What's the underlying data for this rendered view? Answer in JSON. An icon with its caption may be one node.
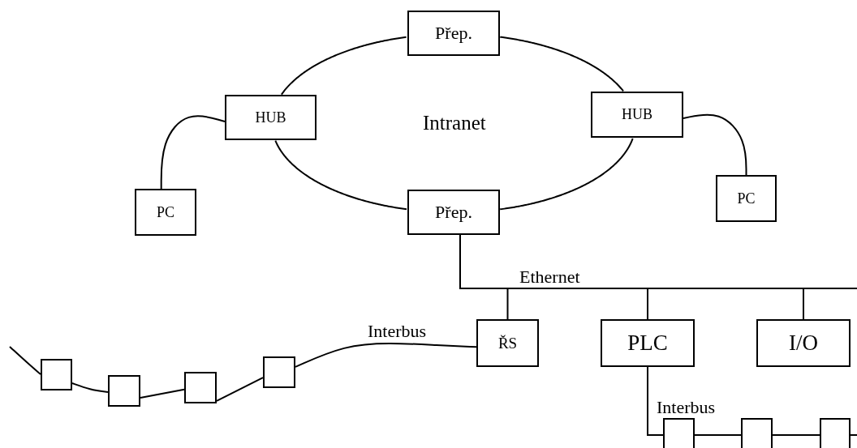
{
  "diagram": {
    "nodes": [
      {
        "text": [
          "Přep."
        ]
      },
      {
        "text": [
          "HUB"
        ]
      },
      {
        "text": [
          "HUB"
        ]
      },
      {
        "text": [
          "PC"
        ]
      },
      {
        "text": [
          "PC"
        ]
      },
      {
        "text": [
          "Přep."
        ]
      },
      {
        "text": [
          "ŘS"
        ]
      },
      {
        "text": [
          "PLC"
        ]
      },
      {
        "text": [
          "I/O"
        ]
      },
      {
        "text": [],
        "shape": "box"
      },
      {
        "text": [],
        "shape": "box"
      },
      {
        "text": [],
        "shape": "box"
      },
      {
        "text": [],
        "shape": "box"
      },
      {
        "text": [],
        "shape": "box"
      },
      {
        "text": [],
        "shape": "box"
      },
      {
        "text": [],
        "shape": "box"
      }
    ],
    "edges": [
      {
        "from": 0,
        "to": 1,
        "arrow": "none"
      },
      {
        "from": 0,
        "to": 2,
        "arrow": "none"
      },
      {
        "from": 1,
        "to": 5,
        "arrow": "none"
      },
      {
        "from": 2,
        "to": 5,
        "arrow": "none"
      },
      {
        "from": 1,
        "to": 3,
        "arrow": "none"
      },
      {
        "from": 2,
        "to": 4,
        "arrow": "none"
      },
      {
        "from": 5,
        "to": 6,
        "arrow": "none"
      },
      {
        "from": 5,
        "to": 7,
        "arrow": "none"
      },
      {
        "from": 5,
        "to": 8,
        "arrow": "none"
      },
      {
        "from": null,
        "to": 9,
        "arrow": "none"
      },
      {
        "from": 9,
        "to": 10,
        "arrow": "none"
      },
      {
        "from": 10,
        "to": 11,
        "arrow": "none"
      },
      {
        "from": 11,
        "to": 12,
        "arrow": "none"
      },
      {
        "from": 12,
        "to": 6,
        "arrow": "none",
        "label": "Interbus"
      },
      {
        "from": 7,
        "to": 13,
        "arrow": "none",
        "label": "Interbus"
      },
      {
        "from": 13,
        "to": 14,
        "arrow": "none"
      },
      {
        "from": 14,
        "to": 15,
        "arrow": "none"
      },
      {
        "from": 15,
        "to": null,
        "arrow": "none"
      }
    ],
    "labels": [
      "Intranet",
      "Ethernet"
    ]
  }
}
